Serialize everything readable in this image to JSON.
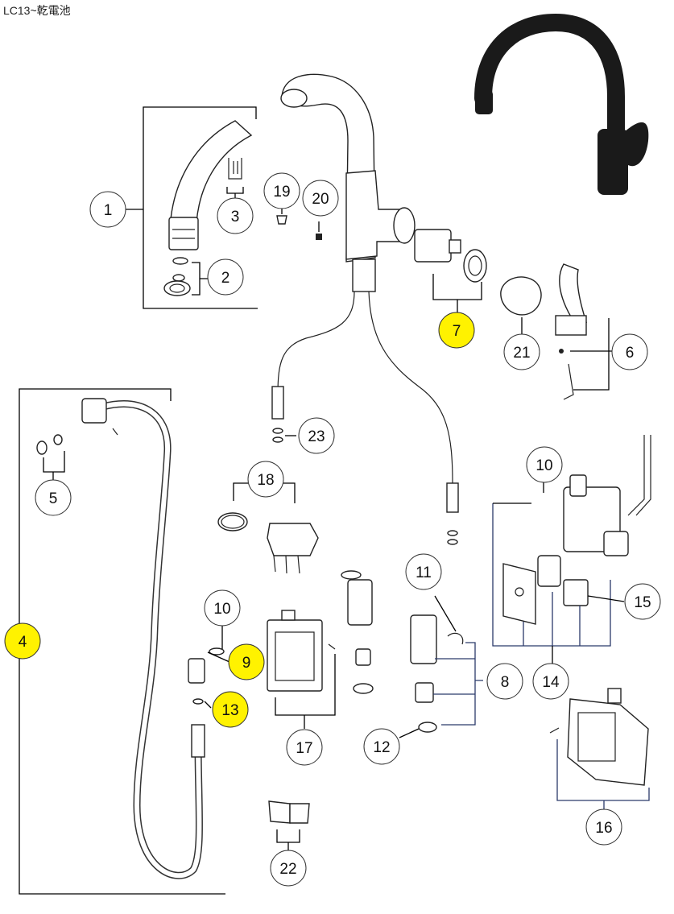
{
  "title": "LC13~乾電池",
  "callouts": [
    {
      "label": "1"
    },
    {
      "label": "2"
    },
    {
      "label": "3"
    },
    {
      "label": "4"
    },
    {
      "label": "5"
    },
    {
      "label": "6"
    },
    {
      "label": "7"
    },
    {
      "label": "8"
    },
    {
      "label": "9"
    },
    {
      "label": "10"
    },
    {
      "label": "10"
    },
    {
      "label": "11"
    },
    {
      "label": "12"
    },
    {
      "label": "13"
    },
    {
      "label": "14"
    },
    {
      "label": "15"
    },
    {
      "label": "16"
    },
    {
      "label": "17"
    },
    {
      "label": "18"
    },
    {
      "label": "19"
    },
    {
      "label": "20"
    },
    {
      "label": "21"
    },
    {
      "label": "22"
    },
    {
      "label": "23"
    }
  ],
  "highlighted": [
    "4",
    "7",
    "9",
    "13"
  ],
  "colors": {
    "highlight": "#fff200",
    "faucet_photo": "#1a1a1a",
    "bracket_blue": "#2b3a6a"
  }
}
